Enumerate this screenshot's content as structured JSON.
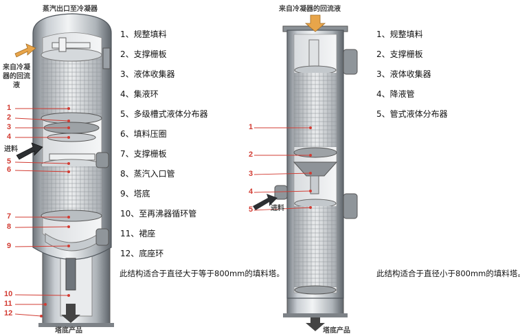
{
  "left_tower": {
    "caption_top": "蒸汽出口至冷凝器",
    "caption_reflux": "来自冷凝器的回流液",
    "caption_feed": "进料",
    "caption_bottom": "塔底产品",
    "callouts": [
      "1",
      "2",
      "3",
      "4",
      "5",
      "6",
      "7",
      "8",
      "9",
      "10",
      "11",
      "12"
    ],
    "legend": [
      "1、规整填料",
      "2、支撑栅板",
      "3、液体收集器",
      "4、集液环",
      "5、多级槽式液体分布器",
      "6、填料压圈",
      "7、支撑栅板",
      "8、蒸汽入口管",
      "9、塔底",
      "10、至再沸器循环管",
      "11、裙座",
      "12、底座环"
    ],
    "note": "此结构适合于直径大于等于800mm的填料塔。"
  },
  "right_tower": {
    "caption_top": "来自冷凝器的回流液",
    "caption_feed": "进料",
    "caption_bottom": "塔底产品",
    "callouts": [
      "1",
      "2",
      "3",
      "4",
      "5"
    ],
    "legend": [
      "1、规整填料",
      "2、支撑栅板",
      "3、液体收集器",
      "4、降液管",
      "5、管式液体分布器"
    ],
    "note": "此结构适合于直径小于800mm的填料塔。"
  },
  "colors": {
    "callout_red": "#d23b32",
    "arrow_orange": "#e8a54a",
    "shell_gray": "#9aa0a6"
  }
}
